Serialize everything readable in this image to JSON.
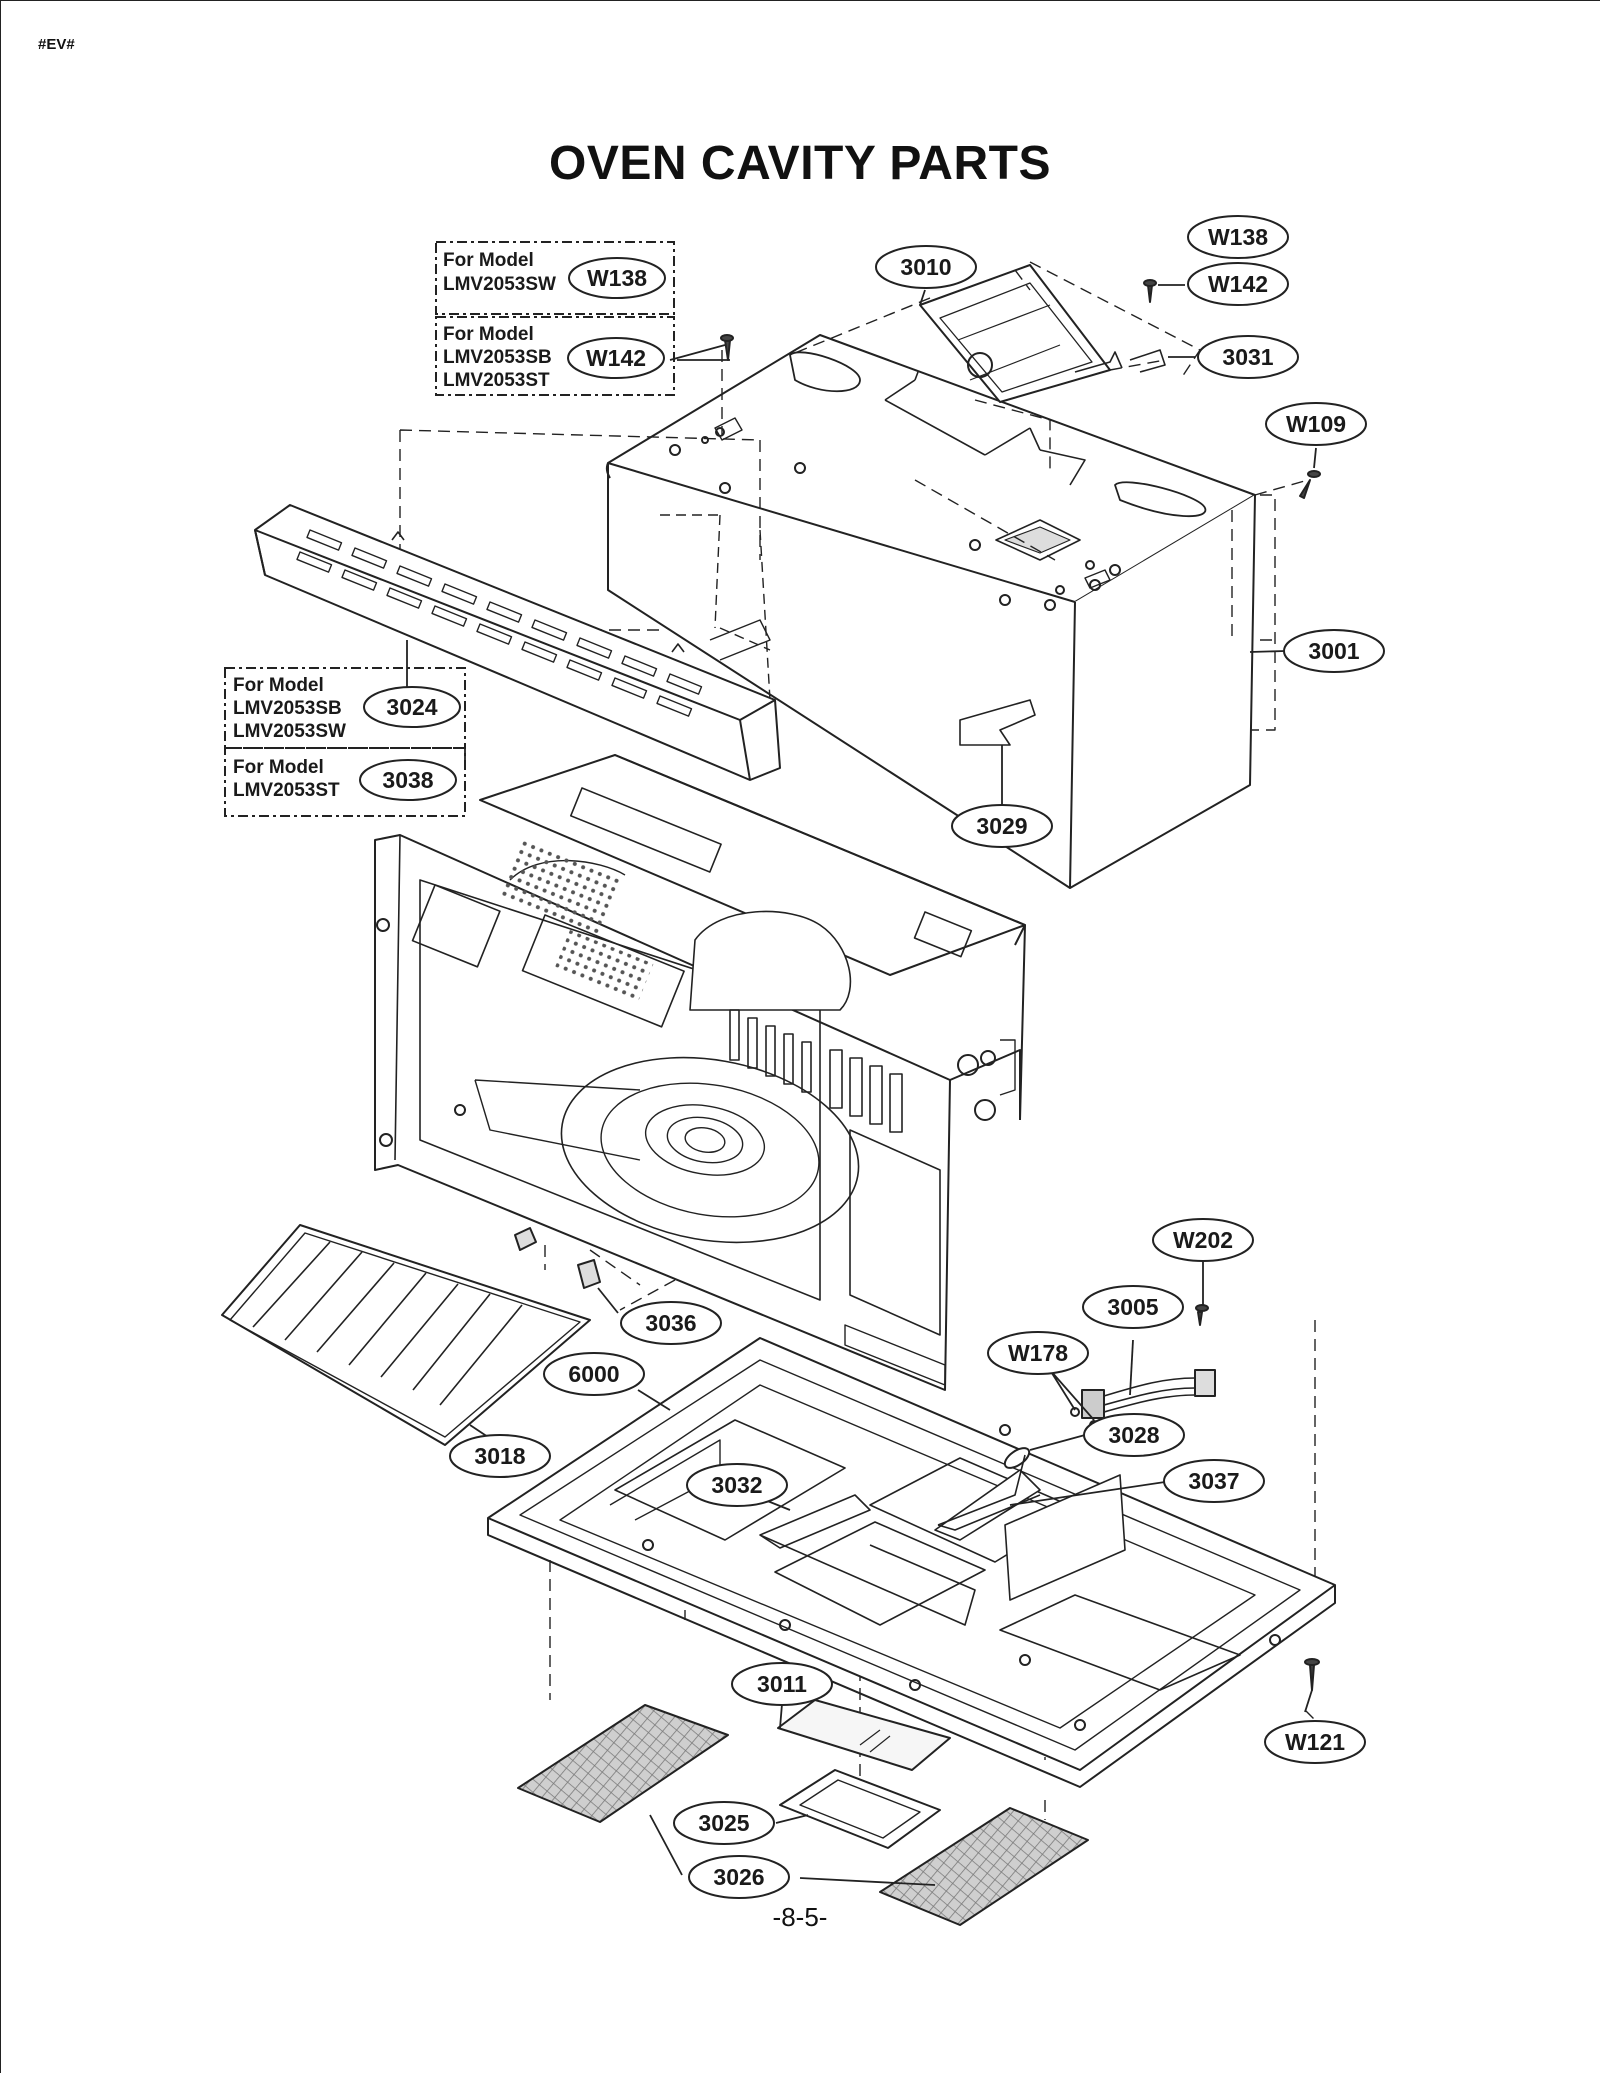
{
  "doc_tag": "#EV#",
  "title": "OVEN CAVITY PARTS",
  "page_number": "-8-5-",
  "model_notes": {
    "top_1": {
      "heading": "For Model",
      "models": [
        "LMV2053SW"
      ],
      "part": "W138"
    },
    "top_2": {
      "heading": "For Model",
      "models": [
        "LMV2053SB",
        "LMV2053ST"
      ],
      "part": "W142"
    },
    "left_1": {
      "heading": "For Model",
      "models": [
        "LMV2053SB",
        "LMV2053SW"
      ],
      "part": "3024"
    },
    "left_2": {
      "heading": "For Model",
      "models": [
        "LMV2053ST"
      ],
      "part": "3038"
    }
  },
  "callouts": [
    {
      "id": "3010"
    },
    {
      "id": "W138"
    },
    {
      "id": "W142"
    },
    {
      "id": "3031"
    },
    {
      "id": "W109"
    },
    {
      "id": "3001"
    },
    {
      "id": "3029"
    },
    {
      "id": "W202"
    },
    {
      "id": "3005"
    },
    {
      "id": "W178"
    },
    {
      "id": "3028"
    },
    {
      "id": "3037"
    },
    {
      "id": "3036"
    },
    {
      "id": "6000"
    },
    {
      "id": "3018"
    },
    {
      "id": "3032"
    },
    {
      "id": "3011"
    },
    {
      "id": "W121"
    },
    {
      "id": "3025"
    },
    {
      "id": "3026"
    }
  ]
}
